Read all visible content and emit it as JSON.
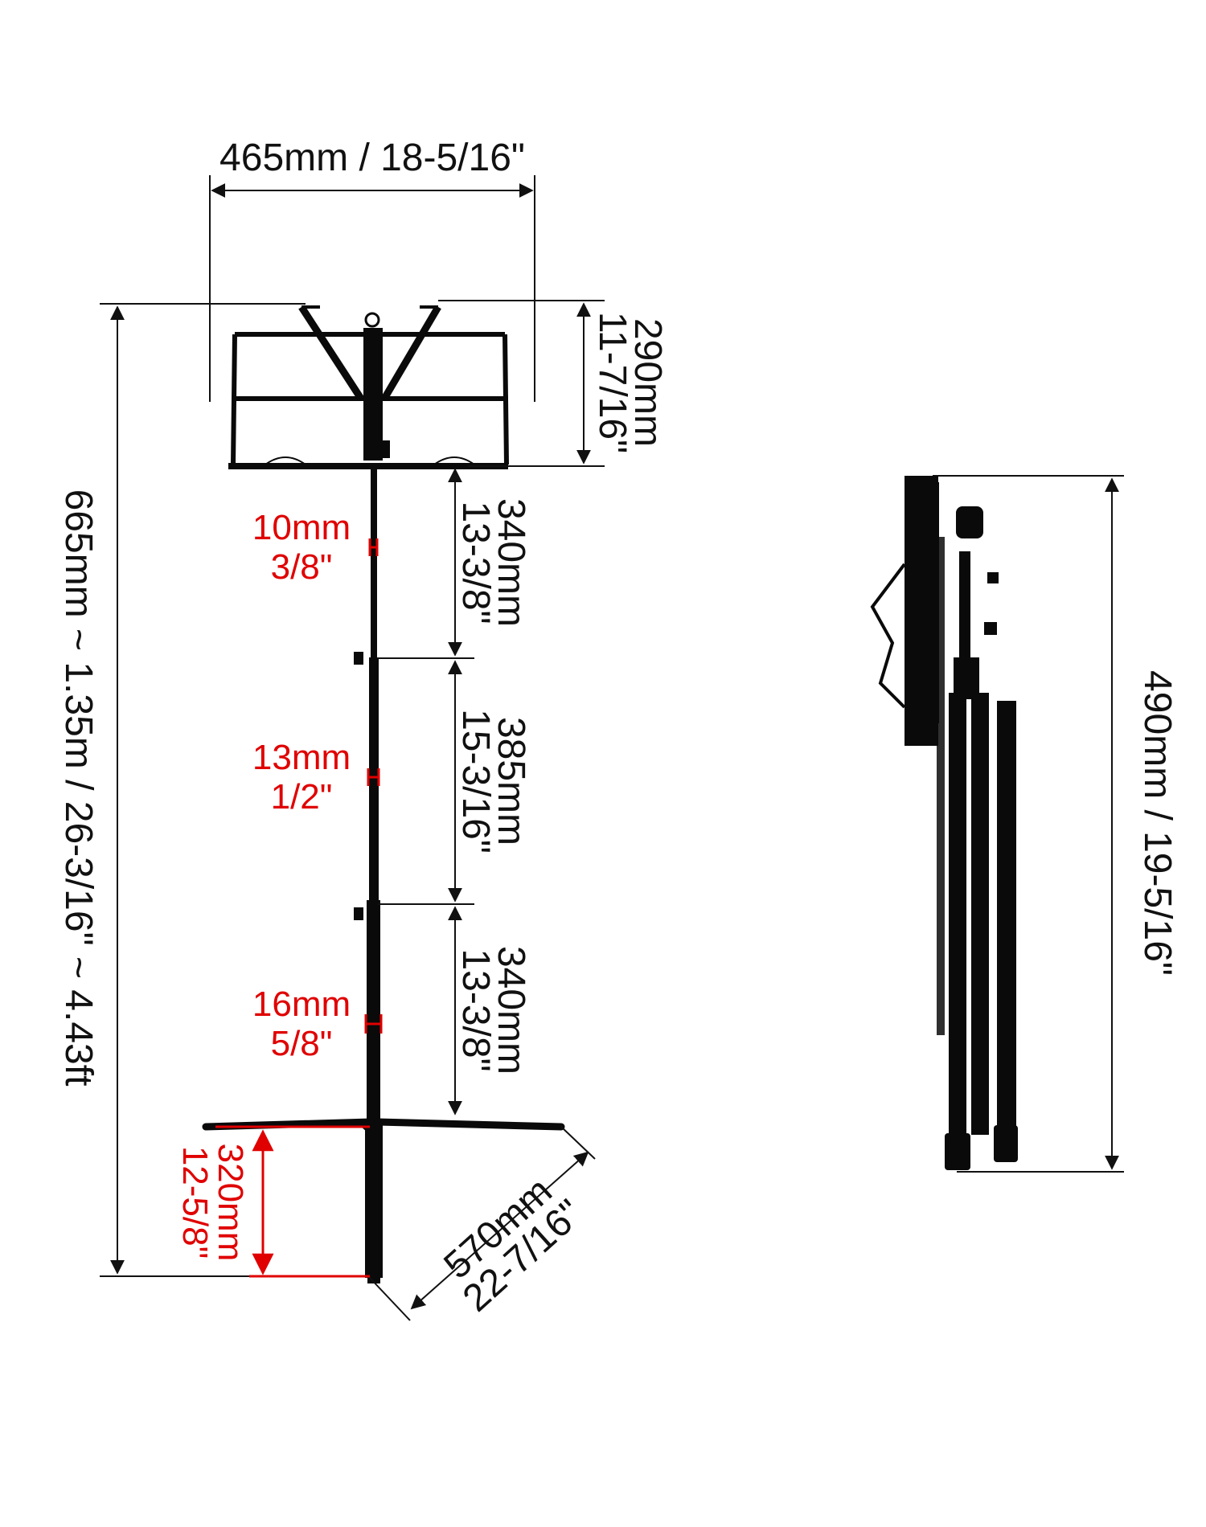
{
  "colors": {
    "background": "#ffffff",
    "stand": "#0a0a0a",
    "dimension_line": "#111111",
    "text": "#111111",
    "highlight": "#e00000"
  },
  "dimensions": {
    "desk_width": "465mm / 18-5/16\"",
    "desk_height_mm": "290mm",
    "desk_height_in": "11-7/16\"",
    "total_height": "665mm ~ 1.35m / 26-3/16\" ~ 4.43ft",
    "tube1_length_mm": "340mm",
    "tube1_length_in": "13-3/8\"",
    "tube2_length_mm": "385mm",
    "tube2_length_in": "15-3/16\"",
    "tube3_length_mm": "340mm",
    "tube3_length_in": "13-3/8\"",
    "tube1_diameter_mm": "10mm",
    "tube1_diameter_in": "3/8\"",
    "tube2_diameter_mm": "13mm",
    "tube2_diameter_in": "1/2\"",
    "tube3_diameter_mm": "16mm",
    "tube3_diameter_in": "5/8\"",
    "leg_height_mm": "320mm",
    "leg_height_in": "12-5/8\"",
    "leg_span_mm": "570mm",
    "leg_span_in": "22-7/16\"",
    "folded_height": "490mm / 19-5/16\""
  }
}
